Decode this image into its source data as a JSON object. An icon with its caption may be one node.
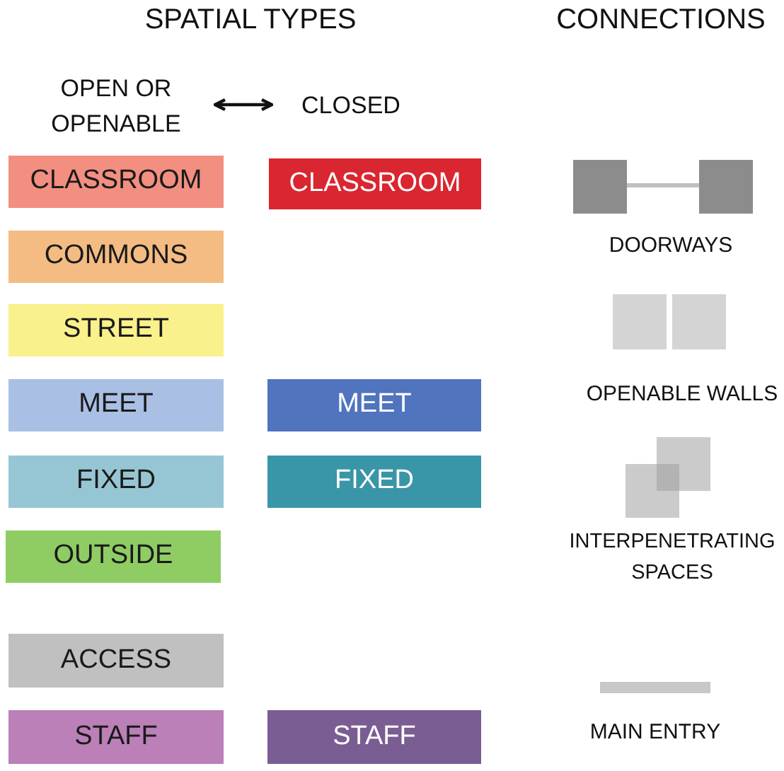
{
  "diagram": {
    "nodes": [
      {
        "text": [
          "OPEN OR OPENABLE"
        ]
      },
      {
        "text": [
          "CLOSED"
        ]
      },
      {
        "text": [
          "CLASSROOM"
        ]
      },
      {
        "text": [
          "CLASSROOM"
        ]
      },
      {
        "text": [],
        "shape": "box"
      },
      {
        "text": [],
        "shape": "box"
      },
      {
        "text": [
          "COMMONS"
        ]
      },
      {
        "text": [
          "STREET"
        ]
      },
      {
        "text": [
          "MEET"
        ]
      },
      {
        "text": [
          "MEET"
        ]
      },
      {
        "text": [
          "FIXED"
        ]
      },
      {
        "text": [
          "FIXED"
        ]
      },
      {
        "text": [
          "OUTSIDE"
        ]
      },
      {
        "text": [
          "ACCESS"
        ]
      },
      {
        "text": [
          "STAFF"
        ]
      },
      {
        "text": [
          "STAFF"
        ]
      }
    ],
    "edges": [
      {
        "from": 0,
        "to": 1,
        "arrow": "both"
      },
      {
        "from": 4,
        "to": 5,
        "arrow": "none",
        "color": "#c0c0c0"
      }
    ],
    "labels": [
      "SPATIAL TYPES",
      "CONNECTIONS",
      "DOORWAYS",
      "OPENABLE WALLS",
      "INTERPENETRATING SPACES",
      "MAIN ENTRY"
    ]
  }
}
